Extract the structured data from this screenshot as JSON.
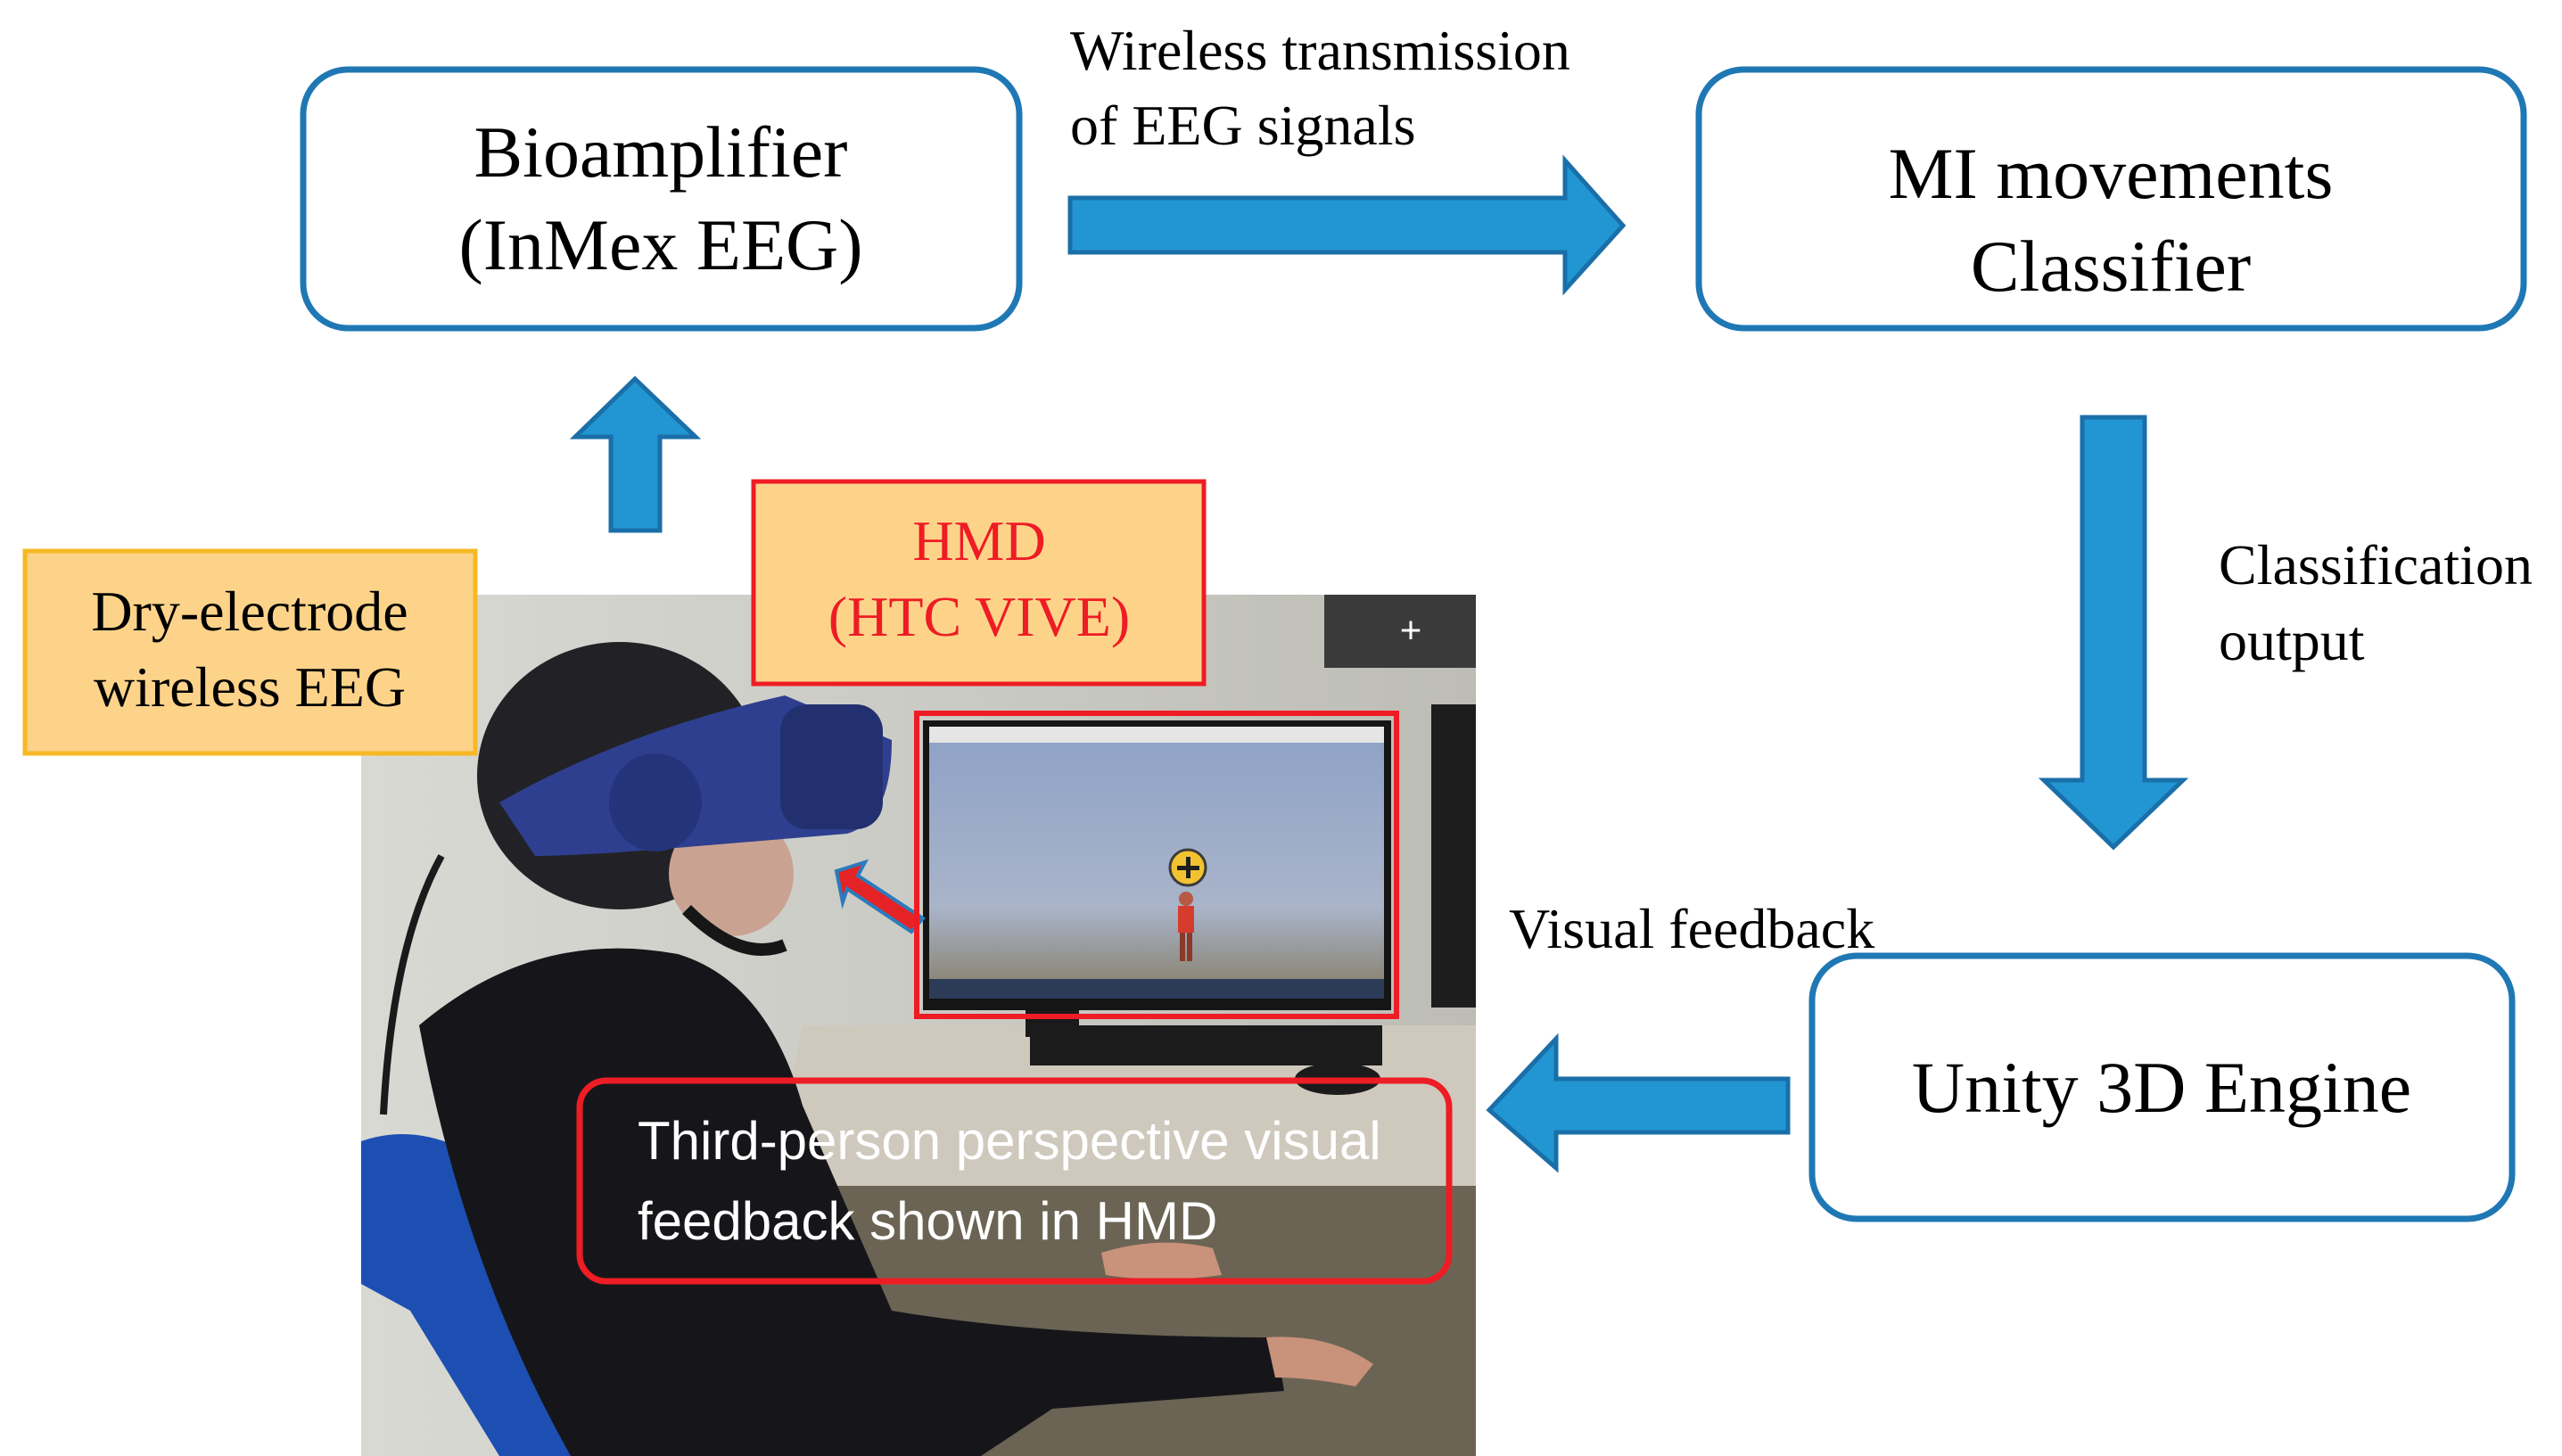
{
  "nodes": {
    "bioamplifier": {
      "line1": "Bioamplifier",
      "line2": "(InMex EEG)"
    },
    "classifier": {
      "line1": "MI movements",
      "line2": "Classifier"
    },
    "unity": {
      "line1": "Unity 3D Engine"
    }
  },
  "edges": {
    "wireless": {
      "line1": "Wireless transmission",
      "line2": "of  EEG signals"
    },
    "classification": {
      "line1": "Classification",
      "line2": "output"
    },
    "visual": {
      "line1": "Visual feedback"
    }
  },
  "callouts": {
    "eeg": {
      "line1": "Dry-electrode",
      "line2": "wireless EEG"
    },
    "hmd": {
      "line1": "HMD",
      "line2": "(HTC VIVE)"
    },
    "feedback": {
      "line1": "Third-person perspective visual",
      "line2": "feedback shown in HMD"
    }
  },
  "colors": {
    "box_border": "#1f78b4",
    "arrow_fill": "#2196d3",
    "arrow_stroke": "#1a6fa8",
    "callout_fill": "#fdd38a",
    "callout_border": "#f6b824",
    "highlight_red": "#ee1c24"
  }
}
